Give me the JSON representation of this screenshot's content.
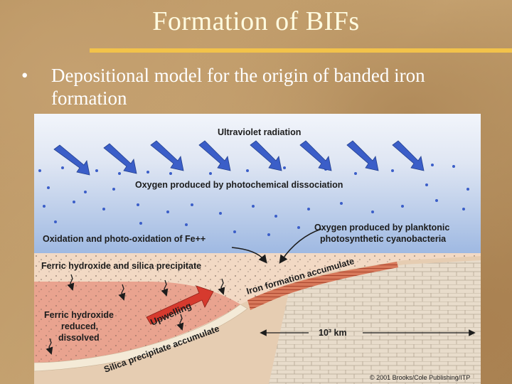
{
  "slide": {
    "title": "Formation of BIFs",
    "bullet_marker": "•",
    "bullet_text": "Depositional model for the origin of banded iron formation"
  },
  "diagram": {
    "labels": {
      "uv": "Ultraviolet radiation",
      "oxygen_photochem": "Oxygen produced by photochemical dissociation",
      "oxidation": "Oxidation and photo-oxidation of Fe++",
      "cyano_line1": "Oxygen produced by planktonic",
      "cyano_line2": "photosynthetic cyanobacteria",
      "ferric_precip": "Ferric hydroxide and silica precipitate",
      "iron_formation": "Iron formation accumulate",
      "upwelling": "Upwelling",
      "ferric_reduced_1": "Ferric hydroxide",
      "ferric_reduced_2": "reduced,",
      "ferric_reduced_3": "dissolved",
      "silica": "Silica precipitate accumulate",
      "scale": "10³ km",
      "copyright": "© 2001 Brooks/Cole Publishing/ITP"
    },
    "colors": {
      "sky_top": "#dfe6f3",
      "sky_bottom": "#9fb9e2",
      "sea": "#f2d9c4",
      "deep_water": "#e9a38f",
      "uv_arrow": "#3b5ec8",
      "upwelling_arrow": "#d63a2e",
      "bedrock": "#e7d8c2",
      "iron_layer": "#c46a4c"
    }
  }
}
